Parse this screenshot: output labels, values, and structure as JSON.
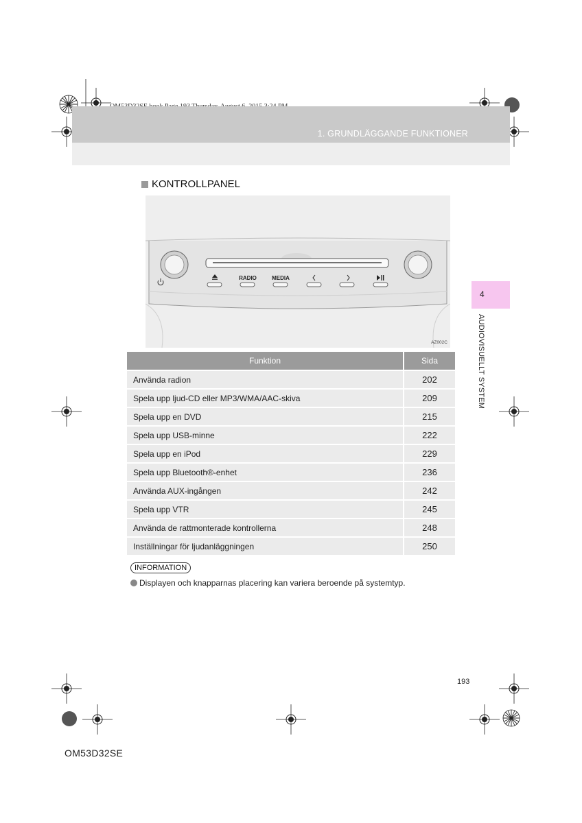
{
  "print_line": "OM53D32SE.book  Page 193  Thursday, August 6, 2015  3:24 PM",
  "section_title": "1. GRUNDLÄGGANDE FUNKTIONER",
  "chapter": {
    "number": "4",
    "label": "AUDIOVISUELLT SYSTEM"
  },
  "heading": "KONTROLLPANEL",
  "figure": {
    "code": "AZ002C",
    "buttons": [
      "RADIO",
      "MEDIA"
    ],
    "icons": [
      "power-icon",
      "eject-icon",
      "seek-back-icon",
      "seek-forward-icon",
      "play-pause-icon"
    ]
  },
  "table": {
    "headers": [
      "Funktion",
      "Sida"
    ],
    "rows": [
      {
        "func": "Använda radion",
        "page": "202"
      },
      {
        "func": "Spela upp ljud-CD eller MP3/WMA/AAC-skiva",
        "page": "209"
      },
      {
        "func": "Spela upp en DVD",
        "page": "215"
      },
      {
        "func": "Spela upp USB-minne",
        "page": "222"
      },
      {
        "func": "Spela upp en iPod",
        "page": "229"
      },
      {
        "func": "Spela upp Bluetooth®-enhet",
        "page": "236"
      },
      {
        "func": "Använda AUX-ingången",
        "page": "242"
      },
      {
        "func": "Spela upp VTR",
        "page": "245"
      },
      {
        "func": "Använda de rattmonterade kontrollerna",
        "page": "248"
      },
      {
        "func": "Inställningar för ljudanläggningen",
        "page": "250"
      }
    ]
  },
  "information": {
    "label": "INFORMATION",
    "text": "Displayen och knapparnas placering kan variera beroende på systemtyp."
  },
  "page_number": "193",
  "book_code": "OM53D32SE"
}
